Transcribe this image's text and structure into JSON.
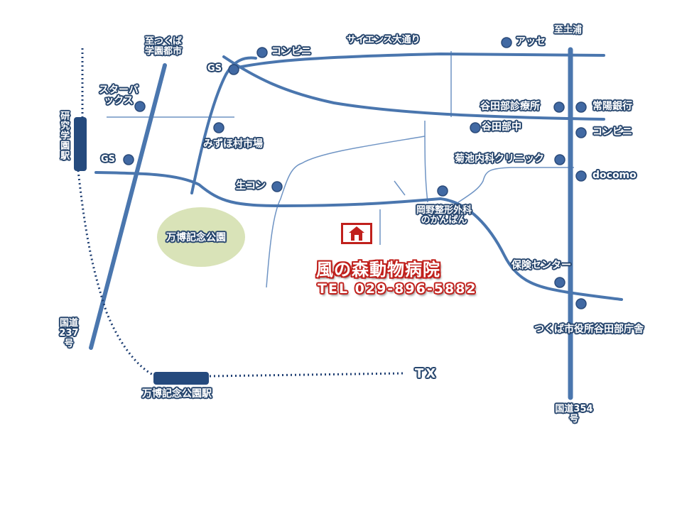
{
  "colors": {
    "road": "#4a76ae",
    "road_thin": "#6f94c4",
    "marker": "#4169a3",
    "station": "#254a7d",
    "park": "#d9e3b8",
    "hospital": "#c0201c",
    "label_outline": "#27466e"
  },
  "roads": {
    "science_avenue": "サイエンス大通り",
    "to_tsuchiura": "至土浦",
    "to_tsukuba_gakuen": "至つくば学園都市",
    "route_237": "国道237号",
    "route_354": "国道354号",
    "tx": "TX"
  },
  "stations": {
    "kenkyu_gakuen": "研究学園駅",
    "banpaku_kinen_koen": "万博記念公園駅"
  },
  "park": "万博記念公園",
  "landmarks": {
    "gs_top": "GS",
    "convenience_top": "コンビニ",
    "asse": "アッセ",
    "starbucks": "スターバックス",
    "mizuho_market": "みずほ村市場",
    "gs_left": "GS",
    "namacon": "生コン",
    "yatabe_clinic": "谷田部診療所",
    "yatabe_middle": "谷田部中",
    "joyo_bank": "常陽銀行",
    "convenience_right": "コンビニ",
    "kikuchi_clinic": "菊池内科クリニック",
    "docomo": "docomo",
    "okano_clinic": "岡野整形外科のかんぱん",
    "insurance_center": "保険センター",
    "city_office": "つくば市役所谷田部庁舎"
  },
  "hospital": {
    "name": "風の森動物病院",
    "tel": "TEL 029-896-5882",
    "icon": "house-icon"
  }
}
